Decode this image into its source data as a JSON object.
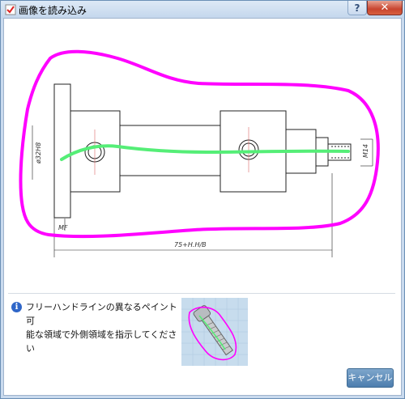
{
  "window": {
    "title": "画像を読み込み",
    "help_label": "?",
    "close_label": "✕"
  },
  "drawing": {
    "dim_length_label": "75+H.H/B",
    "dim_left_label": "MF",
    "dim_thread_label": "M14",
    "dim_vertical_label": "ø32H8"
  },
  "instruction": {
    "icon": "info-icon",
    "line1": "フリーハンドラインの異なるペイント可",
    "line2": "能な領域で外側領域を指示してください"
  },
  "buttons": {
    "cancel_label": "キャンセル"
  },
  "colors": {
    "outer_stroke": "#ff00ff",
    "inner_stroke": "#55ee77",
    "button_blue": "#4d7eae",
    "close_red": "#c8452f"
  }
}
